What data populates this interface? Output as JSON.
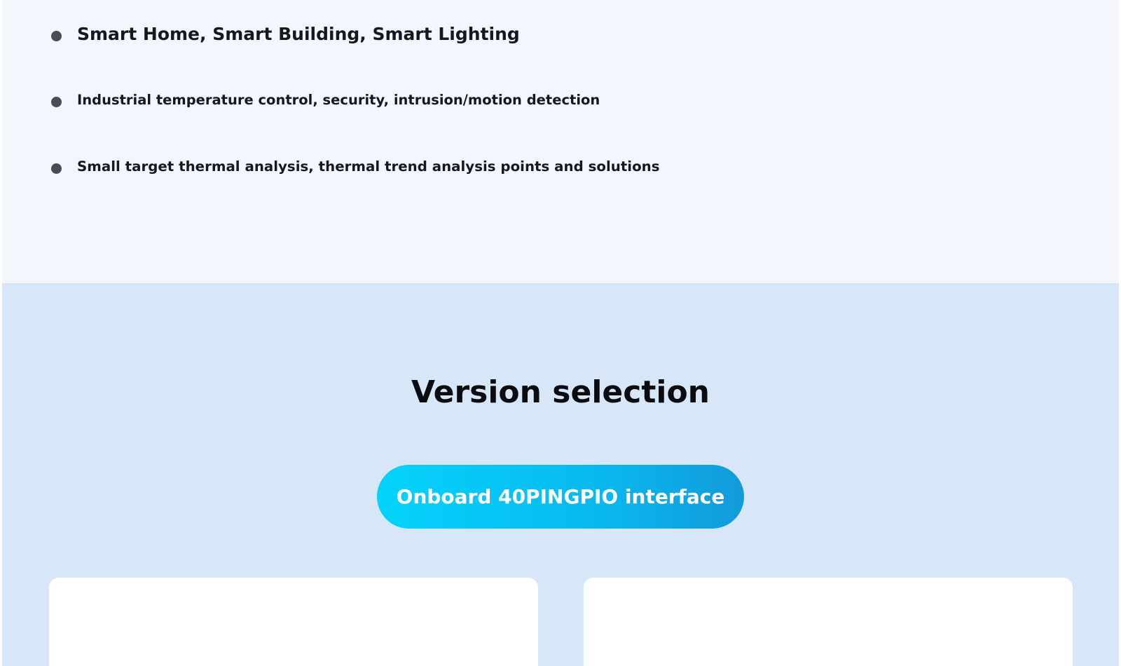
{
  "applications": {
    "items": [
      {
        "text": "Smart Home, Smart Building, Smart Lighting"
      },
      {
        "text": "Industrial temperature control, security, intrusion/motion detection"
      },
      {
        "text": "Small target thermal analysis, thermal trend analysis points and solutions"
      }
    ]
  },
  "versions": {
    "title": "Version selection",
    "active_tab_label": "Onboard 40PINGPIO interface"
  },
  "colors": {
    "applications_background": "#f3f7fd",
    "versions_background": "#d8e7f8",
    "tab_gradient_start": "#04d3fb",
    "tab_gradient_end": "#139ad9",
    "bullet": "#4a4d52",
    "text": "#15181d"
  },
  "icons": {
    "bullet": "filled-circle-bullet"
  }
}
